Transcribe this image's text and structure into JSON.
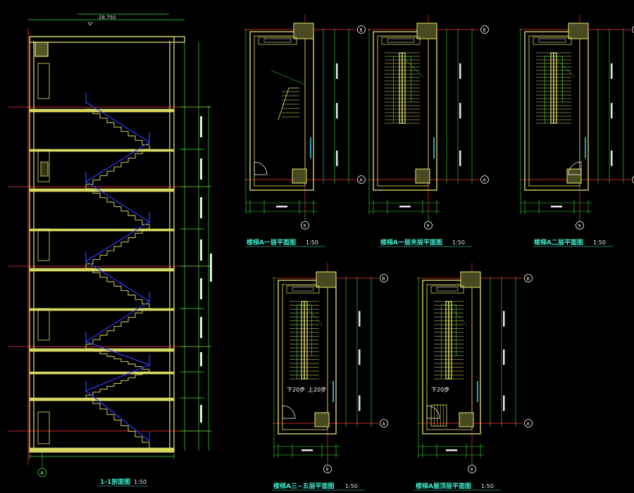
{
  "section": {
    "elevation_top": "28.750",
    "caption": "1-1剖面图",
    "scale": "1:50",
    "axis": "A"
  },
  "plans": [
    {
      "caption": "楼梯A一层平面图",
      "scale": "1:50",
      "axis_top": "B",
      "axis_bottom": "A",
      "axis_side": "9"
    },
    {
      "caption": "楼梯A一层夹层平面图",
      "scale": "1:50",
      "axis_top": "B",
      "axis_bottom": "A",
      "axis_side": "9"
    },
    {
      "caption": "楼梯A二层平面图",
      "scale": "1:50",
      "axis_top": "B",
      "axis_bottom": "A",
      "axis_side": "9"
    },
    {
      "caption": "楼梯A三~五层平面图",
      "scale": "1:50",
      "axis_top": "B",
      "axis_bottom": "A",
      "axis_side": "9",
      "down": "下20步",
      "up": "上20步"
    },
    {
      "caption": "楼梯A屋顶层平面图",
      "scale": "1:50",
      "axis_top": "B",
      "axis_bottom": "A",
      "axis_side": "9",
      "down": "下20步"
    }
  ],
  "colors": {
    "wall": "#e8e86a",
    "stair_blue": "#2f3cff",
    "dim_green": "#39e639",
    "grid_red": "#ff3030",
    "caption": "#3df0d0",
    "white": "#ffffff"
  }
}
